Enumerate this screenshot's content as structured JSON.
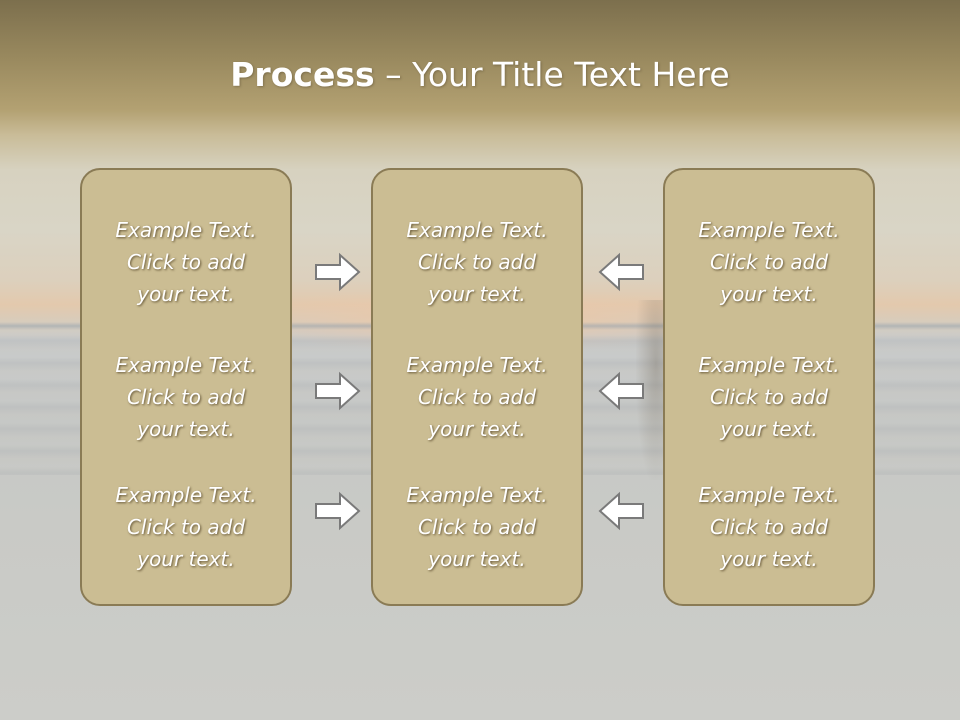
{
  "title": {
    "bold": "Process",
    "rest": " – Your Title Text Here"
  },
  "columns": [
    {
      "items": [
        {
          "line1": "Example Text.",
          "line2": "Click  to add",
          "line3": "your text."
        },
        {
          "line1": "Example Text.",
          "line2": "Click  to add",
          "line3": "your text."
        },
        {
          "line1": "Example Text.",
          "line2": "Click  to add",
          "line3": "your text."
        }
      ]
    },
    {
      "items": [
        {
          "line1": "Example Text.",
          "line2": "Click  to add",
          "line3": "your text."
        },
        {
          "line1": "Example Text.",
          "line2": "Click  to add",
          "line3": "your text."
        },
        {
          "line1": "Example Text.",
          "line2": "Click  to add",
          "line3": "your text."
        }
      ]
    },
    {
      "items": [
        {
          "line1": "Example Text.",
          "line2": "Click  to add",
          "line3": "your text."
        },
        {
          "line1": "Example Text.",
          "line2": "Click  to add",
          "line3": "your text."
        },
        {
          "line1": "Example Text.",
          "line2": "Click  to add",
          "line3": "your text."
        }
      ]
    }
  ],
  "arrows": {
    "left_group": "right-arrow-icon",
    "right_group": "left-arrow-icon"
  },
  "colors": {
    "box_fill": "#cbbd93",
    "box_border": "#8a7b55",
    "arrow_fill": "#ffffff",
    "arrow_stroke": "#7a7a7a"
  }
}
